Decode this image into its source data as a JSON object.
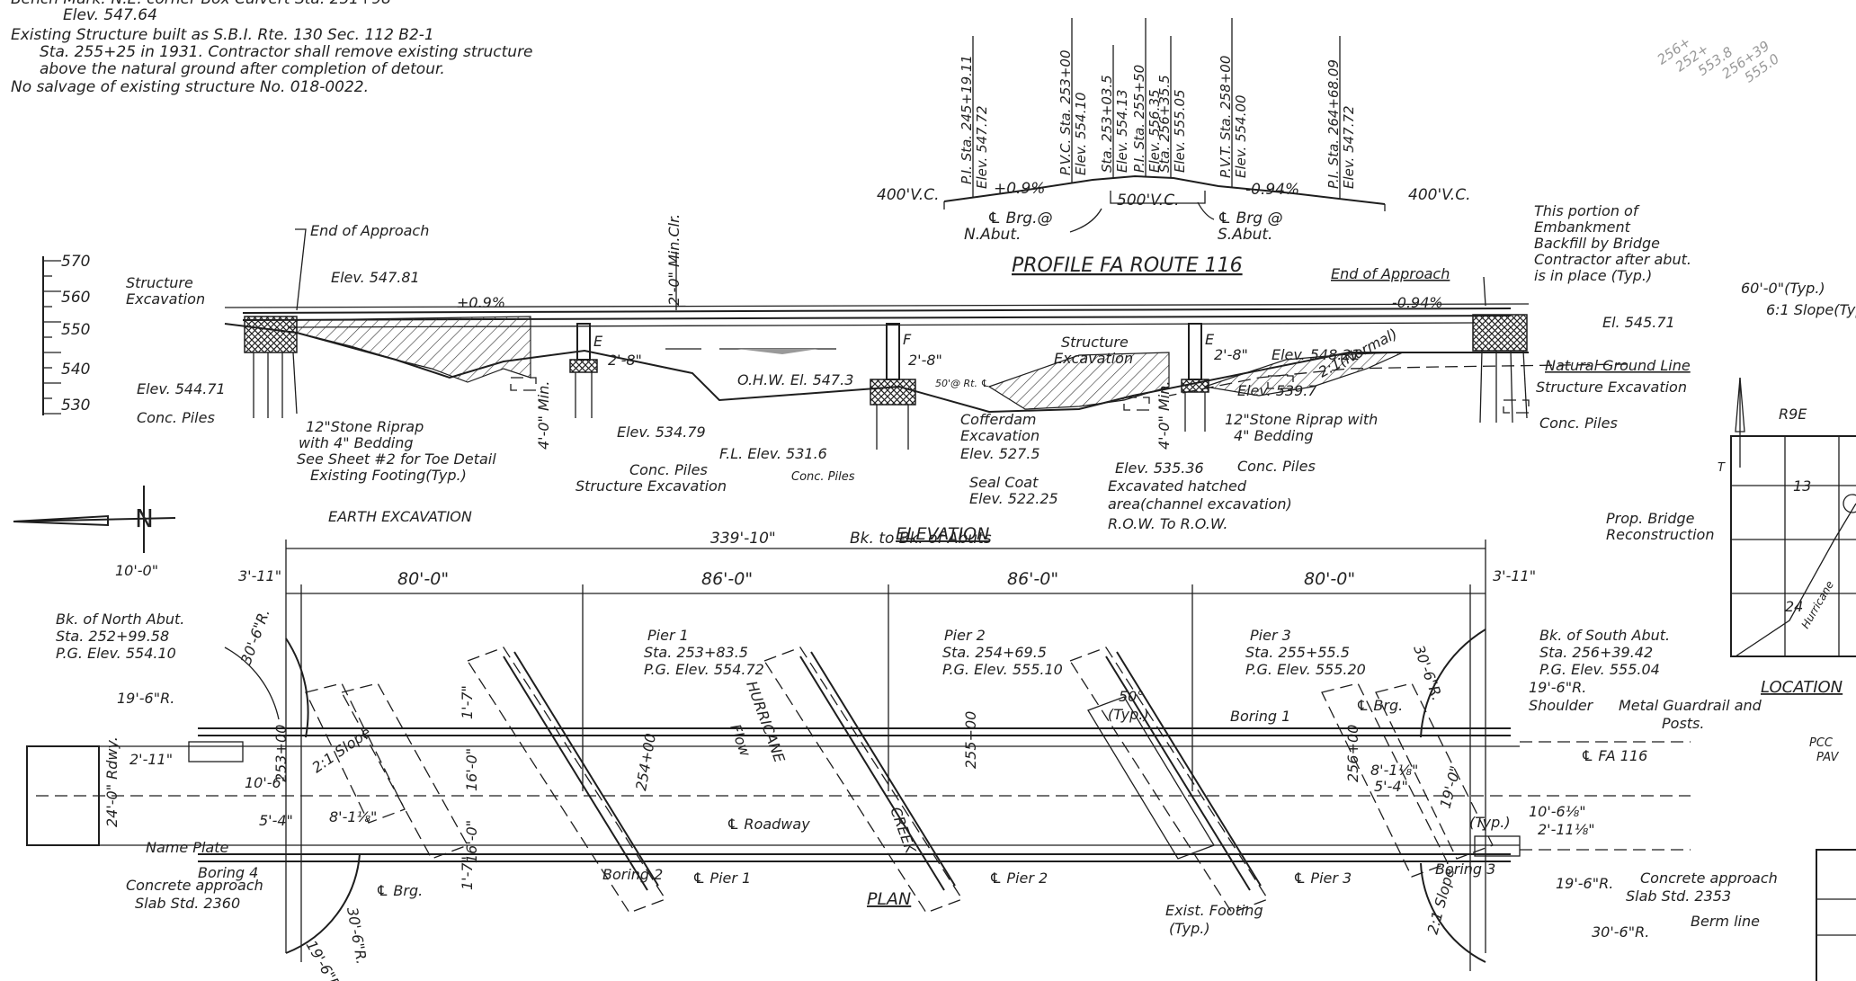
{
  "header_notes": {
    "line1": "Bench Mark: N.E. corner Box Culvert Sta. 251+98",
    "line2": "Elev. 547.64",
    "line3": "Existing Structure built as S.B.I. Rte. 130 Sec. 112 B2-1",
    "line4": "Sta. 255+25 in 1931. Contractor shall remove existing structure",
    "line5": "above the natural ground after completion of detour.",
    "line6": "No salvage of existing structure No. 018-0022."
  },
  "margin_note": {
    "line1": "256+",
    "line2": "252+",
    "line3": "553.8",
    "line4": "256+39",
    "line5": "555.0"
  },
  "profile": {
    "title": "PROFILE FA ROUTE 116",
    "grade_left": "+0.9%",
    "grade_right": "-0.94%",
    "vc_left": "400'V.C.",
    "vc_mid": "500'V.C.",
    "vc_right": "400'V.C.",
    "brg_n_1": "℄ Brg.@",
    "brg_n_2": "N.Abut.",
    "brg_s_1": "℄ Brg @",
    "brg_s_2": "S.Abut.",
    "st1a": "P.I. Sta. 245+19.11",
    "st1b": "Elev. 547.72",
    "st2a": "P.V.C. Sta. 253+00",
    "st2b": "Elev. 554.10",
    "st3a": "Sta. 253+03.5",
    "st3b": "Elev. 554.13",
    "st4a": "P.I. Sta. 255+50",
    "st4b": "Elev. 556.35",
    "st5a": "Sta. 256+35.5",
    "st5b": "Elev. 555.05",
    "st6a": "P.V.T. Sta. 258+00",
    "st6b": "Elev. 554.00",
    "st7a": "P.I. Sta. 264+68.09",
    "st7b": "Elev. 547.72"
  },
  "scale": {
    "t570": "570",
    "t560": "560",
    "t550": "550",
    "t540": "540",
    "t530": "530"
  },
  "elevation": {
    "title": "ELEVATION",
    "end_approach_n": "End of Approach",
    "end_approach_s": "End of Approach",
    "elev_54781": "Elev. 547.81",
    "min_clr": "2'-0\" Min.Clr.",
    "grade_n": "+0.9%",
    "grade_s": "-0.94%",
    "struct_exc_n1": "Structure",
    "struct_exc_n2": "Excavation",
    "elev_54471": "Elev. 544.71",
    "conc_piles_n": "Conc. Piles",
    "riprap_n1": "12\"Stone Riprap",
    "riprap_n2": "with 4\" Bedding",
    "riprap_n3": "See Sheet #2 for Toe Detail",
    "exist_footing": "Existing Footing(Typ.)",
    "earth_exc": "EARTH EXCAVATION",
    "pier_e": "E",
    "pier_f": "F",
    "pier_e2": "E",
    "dim_28a": "2'-8\"",
    "dim_28b": "2'-8\"",
    "dim_28c": "2'-8\"",
    "ohw": "O.H.W. El. 547.3",
    "rt_note": "50'@ Rt. ℄",
    "min_4a": "4'-0\" Min.",
    "min_4b": "4'-0\" Min.",
    "elev_53479": "Elev. 534.79",
    "fl_elev": "F.L. Elev. 531.6",
    "conc_piles_1": "Conc. Piles",
    "conc_piles_2": "Conc. Piles",
    "struct_exc_bot": "Structure Excavation",
    "cofferdam1": "Cofferdam",
    "cofferdam2": "Excavation",
    "elev_5275": "Elev. 527.5",
    "seal1": "Seal Coat",
    "seal2": "Elev. 522.25",
    "struct_exc_m1": "Structure",
    "struct_exc_m2": "Excavation",
    "elev_54821": "Elev. 548.21",
    "slope_normal": "2:1(Normal)",
    "elev_5397": "Elev. 539.7",
    "riprap_s1": "12\"Stone Riprap with",
    "riprap_s2": "4\" Bedding",
    "conc_piles_3": "Conc. Piles",
    "elev_53536": "Elev. 535.36",
    "excav1": "Excavated hatched",
    "excav2": "area(channel excavation)",
    "row": "R.O.W. To R.O.W.",
    "emb1": "This portion of",
    "emb2": "Embankment",
    "emb3": "Backfill by Bridge",
    "emb4": "Contractor after abut.",
    "emb5": "is in place (Typ.)",
    "dim_60": "60'-0\"(Typ.)",
    "slope_6": "6:1 Slope(Typ.)",
    "el_54571": "El. 545.71",
    "nat_ground": "Natural Ground Line",
    "struct_exc_s": "Structure Excavation",
    "conc_piles_s": "Conc. Piles"
  },
  "plan": {
    "title": "PLAN",
    "overall": "339'-10\"",
    "bk_to_bk": "Bk. to Bk. of Abuts",
    "dim_3_11a": "3'-11\"",
    "dim_3_11b": "3'-11\"",
    "span1": "80'-0\"",
    "span2": "86'-0\"",
    "span3": "86'-0\"",
    "span4": "80'-0\"",
    "dim_10": "10'-0\"",
    "bk_n1": "Bk. of North Abut.",
    "bk_n2": "Sta. 252+99.58",
    "bk_n3": "P.G. Elev. 554.10",
    "pier1a": "Pier 1",
    "pier1b": "Sta. 253+83.5",
    "pier1c": "P.G. Elev. 554.72",
    "pier2a": "Pier 2",
    "pier2b": "Sta. 254+69.5",
    "pier2c": "P.G. Elev. 555.10",
    "pier3a": "Pier 3",
    "pier3b": "Sta. 255+55.5",
    "pier3c": "P.G. Elev. 555.20",
    "bk_s1": "Bk. of South Abut.",
    "bk_s2": "Sta. 256+39.42",
    "bk_s3": "P.G. Elev. 555.04",
    "r30a": "30'-6\"R.",
    "r30b": "30'-6\"R.",
    "r30c": "30'-6\"R.",
    "r30d": "30'-6\"R.",
    "r19a": "19'-6\"R.",
    "r19b": "19'-6\"R.",
    "r19c": "19'-6\"R.",
    "r19d": "19'-6\"R.",
    "dim_2_11": "2'-11\"",
    "dim_24": "24'-0\" Rdwy.",
    "dim_16a": "16'-0\"",
    "dim_16b": "16'-0\"",
    "dim_17a": "1'-7\"",
    "dim_17b": "1'-7\"",
    "dim_106": "10'-6\"",
    "dim_54a": "5'-4\"",
    "dim_54b": "5'-4\"",
    "dim_818a": "8'-1⅛\"",
    "dim_818b": "8'-1⅛\"",
    "dim_190": "19'-0\"",
    "dim_1068": "10'-6⅛\"",
    "dim_2118": "2'-11⅛\"",
    "slope_a": "2:1 Slope",
    "slope_b": "2:1 Slope",
    "sta_253": "253+00",
    "sta_254": "254+00",
    "sta_255": "255+00",
    "sta_256": "256+00",
    "creek1": "HURRICANE",
    "creek2": "CREEK",
    "flow": "Flow",
    "cl_roadway": "℄ Roadway",
    "cl_pier1": "℄ Pier 1",
    "cl_pier2": "℄ Pier 2",
    "cl_pier3": "℄ Pier 3",
    "cl_brg_n": "℄ Brg.",
    "cl_brg_s": "℄ Brg.",
    "cl_fa": "℄ FA 116",
    "angle": "50°",
    "typ": "(Typ.)",
    "typ2": "(Typ.)",
    "boring1": "Boring 1",
    "boring2": "Boring 2",
    "boring3": "Boring 3",
    "boring4": "Boring 4",
    "name_plate": "Name Plate",
    "conc_app_n1": "Concrete approach",
    "conc_app_n2": "Slab Std. 2360",
    "conc_app_s1": "Concrete approach",
    "conc_app_s2": "Slab Std. 2353",
    "berm": "Berm line",
    "shoulder": "Shoulder",
    "guardrail1": "Metal Guardrail and",
    "guardrail2": "Posts.",
    "exist_foot1": "Exist. Footing",
    "exist_foot2": "(Typ.)",
    "pcc": "PCC",
    "pav": "PAV"
  },
  "north_arrow": {
    "label": "N"
  },
  "location": {
    "r9e": "R9E",
    "prop1": "Prop. Bridge",
    "prop2": "Reconstruction",
    "title": "LOCATION",
    "n13": "13",
    "n24": "24",
    "creek": "Hurricane",
    "t": "T"
  }
}
